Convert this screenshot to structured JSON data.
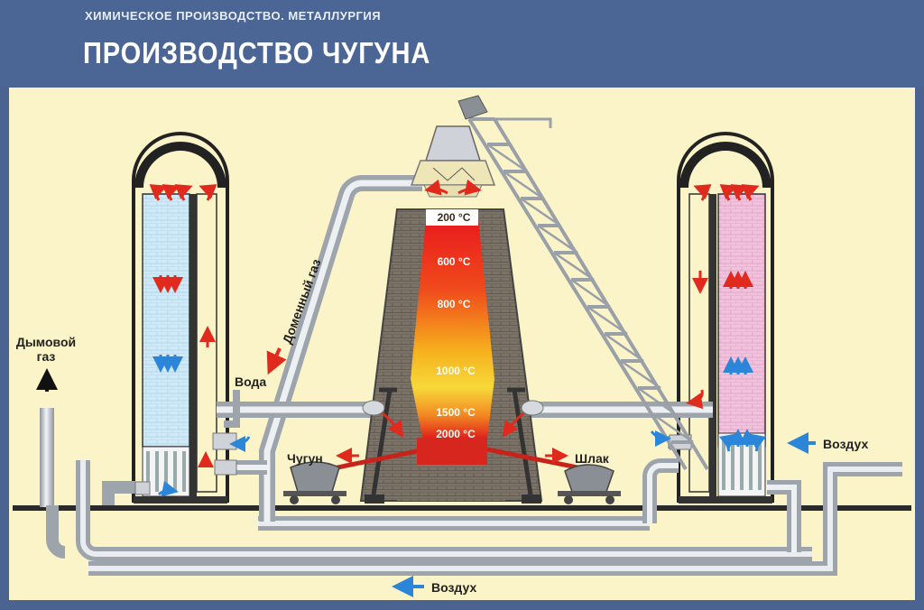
{
  "header": {
    "supertitle": "ХИМИЧЕСКОЕ ПРОИЗВОДСТВО. МЕТАЛЛУРГИЯ",
    "title": "ПРОИЗВОДСТВО ЧУГУНА"
  },
  "labels": {
    "flue_gas_line1": "Дымовой",
    "flue_gas_line2": "газ",
    "water": "Вода",
    "blast_gas": "Доменный газ",
    "pig_iron": "Чугун",
    "slag": "Шлак",
    "air_right": "Воздух",
    "air_bottom": "Воздух"
  },
  "furnace": {
    "temperatures": [
      "200 °C",
      "600 °C",
      "800 °C",
      "1000 °C",
      "1500 °C",
      "2000 °C"
    ]
  },
  "colors": {
    "frame_bg": "#4a6390",
    "panel_bg": "#fbf4c8",
    "arrow_red": "#e02a1e",
    "arrow_blue": "#2b86d9",
    "pipe": "#c9ced6"
  }
}
